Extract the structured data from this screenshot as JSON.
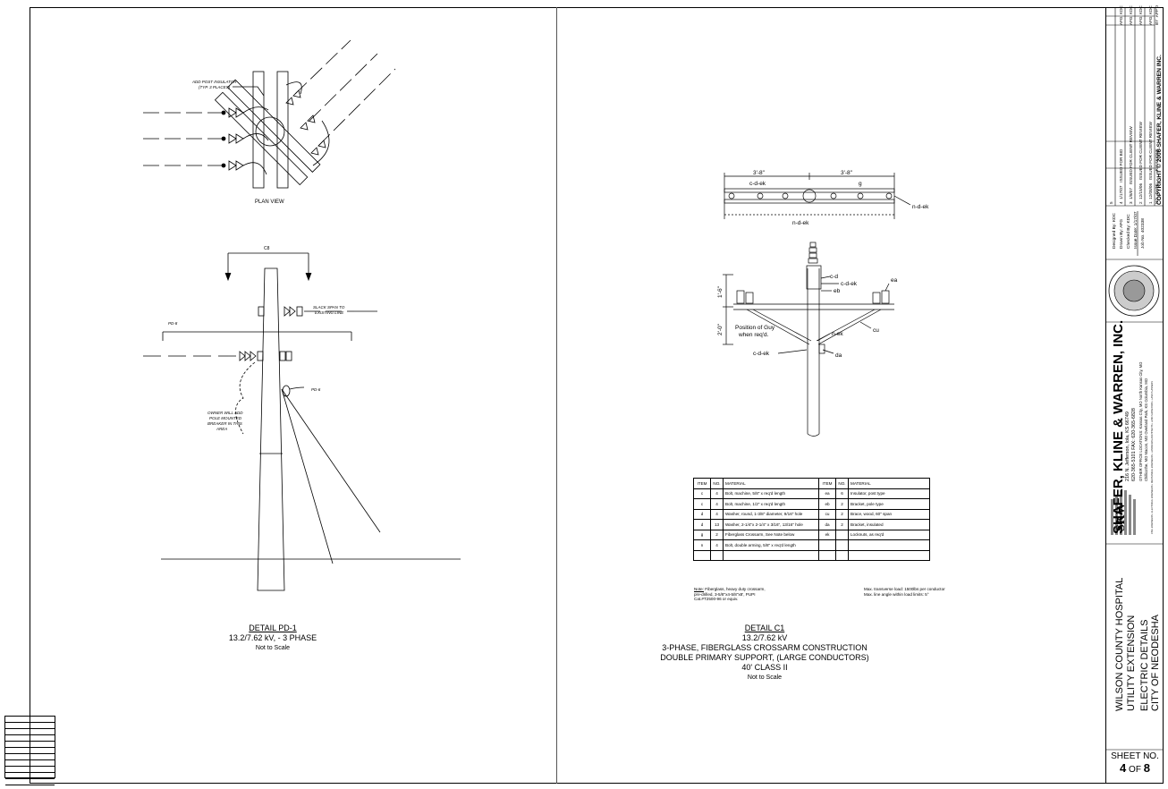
{
  "detail_pd1": {
    "title": "DETAIL PD-1",
    "line2": "13.2/7.62 kV, - 3 PHASE",
    "line3": "Not to Scale"
  },
  "plan_view": {
    "label": "PLAN VIEW",
    "callout": "ADD POST INSULATOR",
    "callout_sub": "(TYP. 3 PLACES)"
  },
  "elevation": {
    "top_label": "C8",
    "pd8": "PD-8",
    "pd6": "PD-6",
    "slack_1": "SLACK SPAN TO",
    "slack_2": "EXISTING LINE",
    "owner_1": "OWNER WILL ADD",
    "owner_2": "POLE MOUNTED",
    "owner_3": "BREAKER IN THIS",
    "owner_4": "AREA"
  },
  "detail_c1": {
    "title": "DETAIL C1",
    "line2": "13.2/7.62 kV",
    "line3": "3-PHASE, FIBERGLASS CROSSARM CONSTRUCTION",
    "line4": "DOUBLE PRIMARY SUPPORT, (LARGE CONDUCTORS)",
    "line5": "40' CLASS II",
    "line6": "Not to Scale",
    "dim_left": "3'-8\"",
    "dim_right": "3'-8\"",
    "dim_v1": "1'-6\"",
    "dim_v2": "2'-0\"",
    "lbl_cdek": "c-d-ek",
    "lbl_g": "g",
    "lbl_ndek": "n-d-ek",
    "lbl_ndek2": "n-d-ek",
    "lbl_cd": "c-d",
    "lbl_cdek2": "c-d-ek",
    "lbl_eb": "eb",
    "lbl_ea": "ea",
    "lbl_cu": "cu",
    "lbl_nek": "n-ek",
    "lbl_da": "da",
    "lbl_cdek3": "c-d-ek",
    "guy_1": "Position of Guy",
    "guy_2": "when req'd."
  },
  "materials": {
    "headers": [
      "ITEM",
      "NO.",
      "MATERIAL",
      "ITEM",
      "NO.",
      "MATERIAL"
    ],
    "rows": [
      [
        "c",
        "4",
        "Bolt, machine, 5/8\" x req'd length",
        "ea",
        "6",
        "Insulator, post type"
      ],
      [
        "c",
        "4",
        "Bolt, machine, 1/2\" x req'd length",
        "eb",
        "2",
        "Bracket, pole type"
      ],
      [
        "d",
        "4",
        "Washer, round, 1-3/8\" diameter, 9/16\" hole",
        "cu",
        "2",
        "Brace, wood, 60\" span"
      ],
      [
        "d",
        "13",
        "Washer, 2-1/4\"x 2-1/4\" x 3/16\", 13/16\" hole",
        "da",
        "2",
        "Bracket, insulated"
      ],
      [
        "g",
        "2",
        "Fiberglass Crossarm, See Note below",
        "ek",
        "",
        "Locknuts, as req'd"
      ],
      [
        "n",
        "4",
        "Bolt, double arming, 5/8\" x req'd length",
        "",
        "",
        ""
      ],
      [
        "",
        "",
        "",
        "",
        "",
        ""
      ]
    ]
  },
  "notes": {
    "note_label": "Note:",
    "note_1": " Fiberglass, heavy duty crossarm,",
    "note_2": "pre-drilled, 3-5/8\"x4-5/8\"x8', PUPI",
    "note_3": "Cat.#T2500-96 or equiv.",
    "load_1": "Max. transverse load: 1500lbs per conductor",
    "load_2": "Max. line angle within load limits: 5°"
  },
  "title_block": {
    "revisions": [
      {
        "no": "5",
        "date": "",
        "desc": "",
        "by": "",
        "appd": ""
      },
      {
        "no": "4",
        "date": "1/17/07",
        "desc": "ISSUED FOR BID",
        "by": "AFG",
        "appd": "KDC"
      },
      {
        "no": "3",
        "date": "1/8/07",
        "desc": "ISSUED FOR CLIENT REVIEW",
        "by": "AFG",
        "appd": "KDC"
      },
      {
        "no": "2",
        "date": "12/15/06",
        "desc": "ISSUED FOR CLIENT REVIEW",
        "by": "AFG",
        "appd": "KDC"
      },
      {
        "no": "1",
        "date": "12/08/06",
        "desc": "ISSUED FOR CLIENT REVIEW",
        "by": "AFG",
        "appd": "KDC"
      }
    ],
    "rev_header": {
      "no": "NO.",
      "date": "DATE",
      "desc": "REVISIONS",
      "by": "BY",
      "appd": "APP'D"
    },
    "copyright": "COPYRIGHT © 2006-SHAFER, KLINE & WARREN INC.",
    "designed_by": "Designed By: KDC",
    "drawn_by": "Drawn By: AFG",
    "checked_by": "Checked By: KDC",
    "issue_date": "Issue Date: 1/17/07",
    "job_no": "Job No. 402338",
    "firm_name": "SHAFER, KLINE & WARREN, INC.",
    "firm_addr1": "216 N. Jefferson, Iola, KS 66749",
    "firm_addr2": "620-365-5101 FAX: 620-365-6828",
    "firm_offices1": "OTHER OFFICE LOCATIONS:  Kansas City, MO    North Kansas City, MO",
    "firm_offices2": "Chillicothe, MO   Macon, MO   Overland Park, KS   Columbia, MO",
    "firm_disc": "CIVIL ENGINEERS • ELECTRICAL ENGINEERS • MECHANICAL ENGINEERS • LANDSCAPE ARCHITECTS • LAND SURVEYORS • LAND PLANNERS",
    "logo": "SKW",
    "project1": "WILSON COUNTY HOSPITAL",
    "project2": "UTILITY EXTENSION",
    "sheet_title1": "ELECTRIC DETAILS",
    "sheet_title2": "CITY OF NEODESHA",
    "sheet_label": "SHEET NO.",
    "sheet_num": "4",
    "sheet_of": "OF",
    "sheet_total": "8"
  }
}
